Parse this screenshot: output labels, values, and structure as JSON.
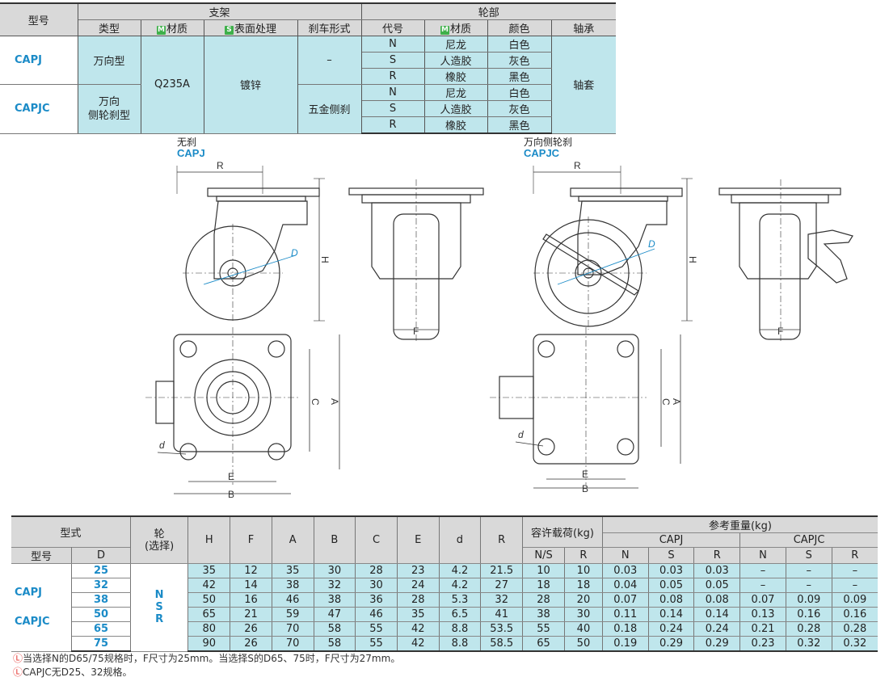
{
  "spec_table": {
    "h_model": "型号",
    "h_bracket": "支架",
    "h_wheel": "轮部",
    "cols": {
      "type": "类型",
      "material": "材质",
      "surface": "表面处理",
      "brake": "刹车形式",
      "code": "代号",
      "w_material": "材质",
      "color": "颜色",
      "bearing": "轴承"
    },
    "tag_m": "M",
    "tag_s": "S",
    "models": [
      "CAPJ",
      "CAPJC"
    ],
    "types": [
      "万向型",
      "万向",
      "侧轮刹型"
    ],
    "material": "Q235A",
    "surface": "镀锌",
    "brakes": [
      "–",
      "五金侧刹"
    ],
    "wheel_rows": [
      {
        "code": "N",
        "material": "尼龙",
        "color": "白色"
      },
      {
        "code": "S",
        "material": "人造胶",
        "color": "灰色"
      },
      {
        "code": "R",
        "material": "橡胶",
        "color": "黑色"
      },
      {
        "code": "N",
        "material": "尼龙",
        "color": "白色"
      },
      {
        "code": "S",
        "material": "人造胶",
        "color": "灰色"
      },
      {
        "code": "R",
        "material": "橡胶",
        "color": "黑色"
      }
    ],
    "bearing": "轴套"
  },
  "drawings": {
    "left_title": "无刹",
    "left_code": "CAPJ",
    "right_title": "万向侧轮刹",
    "right_code": "CAPJC",
    "dims": {
      "R": "R",
      "H": "H",
      "D": "D",
      "F": "F",
      "A": "A",
      "B": "B",
      "C": "C",
      "E": "E",
      "d": "d"
    }
  },
  "dim_table": {
    "h_style": "型式",
    "h_model": "型号",
    "h_d": "D",
    "h_wheel": "轮",
    "h_wheel_sub": "(选择)",
    "h_cols": [
      "H",
      "F",
      "A",
      "B",
      "C",
      "E",
      "d",
      "R"
    ],
    "h_load": "容许载荷(kg)",
    "h_load_sub": [
      "N/S",
      "R"
    ],
    "h_weight": "参考重量(kg)",
    "h_capj": "CAPJ",
    "h_capjc": "CAPJC",
    "h_weight_sub": [
      "N",
      "S",
      "R",
      "N",
      "S",
      "R"
    ],
    "models": [
      "CAPJ",
      "CAPJC"
    ],
    "wheel_options": [
      "N",
      "S",
      "R"
    ],
    "rows": [
      {
        "D": "25",
        "vals": [
          "35",
          "12",
          "35",
          "30",
          "28",
          "23",
          "4.2",
          "21.5",
          "10",
          "10",
          "0.03",
          "0.03",
          "0.03",
          "–",
          "–",
          "–"
        ]
      },
      {
        "D": "32",
        "vals": [
          "42",
          "14",
          "38",
          "32",
          "30",
          "24",
          "4.2",
          "27",
          "18",
          "18",
          "0.04",
          "0.05",
          "0.05",
          "–",
          "–",
          "–"
        ]
      },
      {
        "D": "38",
        "vals": [
          "50",
          "16",
          "46",
          "38",
          "36",
          "28",
          "5.3",
          "32",
          "28",
          "20",
          "0.07",
          "0.08",
          "0.08",
          "0.07",
          "0.09",
          "0.09"
        ]
      },
      {
        "D": "50",
        "vals": [
          "65",
          "21",
          "59",
          "47",
          "46",
          "35",
          "6.5",
          "41",
          "38",
          "30",
          "0.11",
          "0.14",
          "0.14",
          "0.13",
          "0.16",
          "0.16"
        ]
      },
      {
        "D": "65",
        "vals": [
          "80",
          "26",
          "70",
          "58",
          "55",
          "42",
          "8.8",
          "53.5",
          "55",
          "40",
          "0.18",
          "0.24",
          "0.24",
          "0.21",
          "0.28",
          "0.28"
        ]
      },
      {
        "D": "75",
        "vals": [
          "90",
          "26",
          "70",
          "58",
          "55",
          "42",
          "8.8",
          "58.5",
          "65",
          "50",
          "0.19",
          "0.29",
          "0.29",
          "0.23",
          "0.32",
          "0.32"
        ]
      }
    ]
  },
  "notes": [
    "当选择N的D65/75规格时，F尺寸为25mm。当选择S的D65、75时，F尺寸为27mm。",
    "CAPJC无D25、32规格。"
  ],
  "note_icon": "warning-circle-icon",
  "colors": {
    "accent": "#1b8bc7",
    "cell_blue": "#bfe6ec",
    "header_gray": "#d9d9d9",
    "tag_green": "#3eb04a",
    "warn": "#e53935"
  }
}
